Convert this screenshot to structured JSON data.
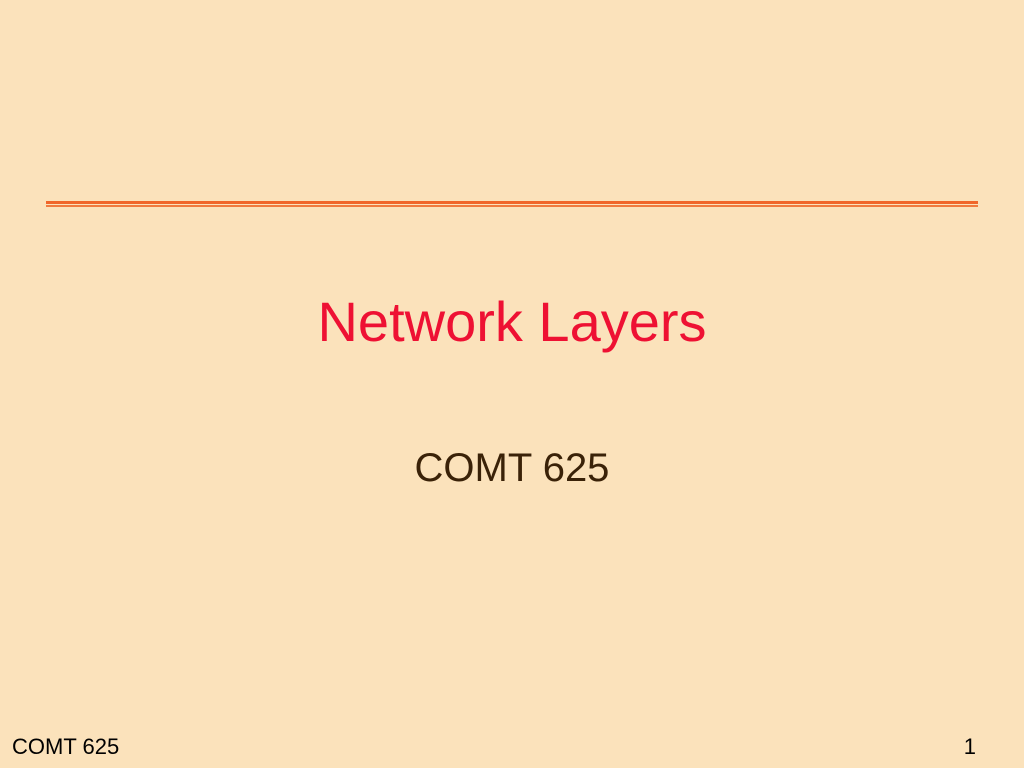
{
  "slide": {
    "title": "Network Layers",
    "subtitle": "COMT 625",
    "footer": {
      "course": "COMT 625",
      "page_number": "1"
    }
  },
  "colors": {
    "background": "#fbe2bb",
    "rule": "#f0662a",
    "title": "#ee1133",
    "subtitle": "#3a2208",
    "footer": "#000000"
  }
}
